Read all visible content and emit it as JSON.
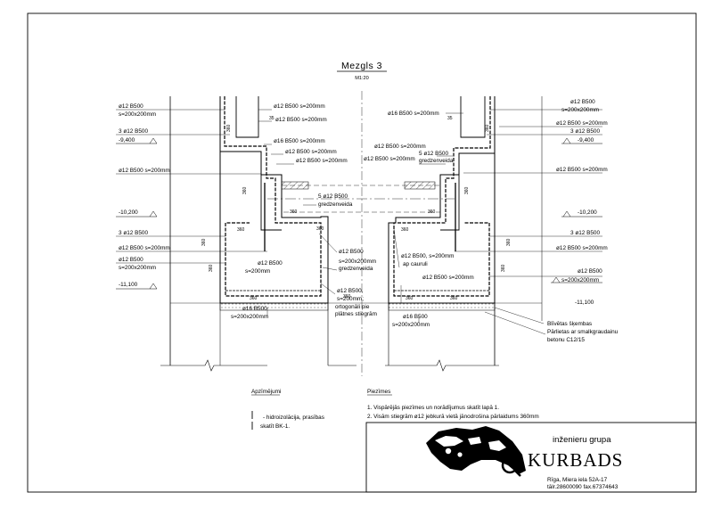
{
  "drawing": {
    "title": "Mezgls 3",
    "scale": "M1:20"
  },
  "labels_left": [
    {
      "key": "l1a",
      "text": "ø12 B500"
    },
    {
      "key": "l1b",
      "text": "s=200x200mm"
    },
    {
      "key": "l2",
      "text": "3 ø12 B500"
    },
    {
      "key": "l3",
      "text": "-9,400"
    },
    {
      "key": "l4",
      "text": "ø12 B500 s=200mm"
    },
    {
      "key": "l5",
      "text": "-10,200"
    },
    {
      "key": "l6",
      "text": "3 ø12 B500"
    },
    {
      "key": "l7",
      "text": "ø12 B500 s=200mm"
    },
    {
      "key": "l8a",
      "text": "ø12 B500"
    },
    {
      "key": "l8b",
      "text": "s=200x200mm"
    },
    {
      "key": "l9",
      "text": "-11,100"
    }
  ],
  "labels_right": [
    {
      "key": "r1a",
      "text": "ø12 B500"
    },
    {
      "key": "r1b",
      "text": "s=200x200mm"
    },
    {
      "key": "r2",
      "text": "ø12 B500 s=200mm"
    },
    {
      "key": "r3",
      "text": "3 ø12 B500"
    },
    {
      "key": "r4",
      "text": "-9,400"
    },
    {
      "key": "r5",
      "text": "ø12 B500 s=200mm"
    },
    {
      "key": "r6",
      "text": "-10,200"
    },
    {
      "key": "r7",
      "text": "3 ø12 B500"
    },
    {
      "key": "r8",
      "text": "ø12 B500 s=200mm"
    },
    {
      "key": "r9a",
      "text": "ø12 B500"
    },
    {
      "key": "r9b",
      "text": "s=200x200mm"
    },
    {
      "key": "r10",
      "text": "-11,100"
    },
    {
      "key": "r11",
      "text": "Blīvētas šķembas"
    },
    {
      "key": "r12a",
      "text": "Pārlietas ar smalkgraudainu"
    },
    {
      "key": "r12b",
      "text": "betonu C12/15"
    }
  ],
  "labels_center": [
    {
      "key": "c1",
      "text": "ø12 B500 s=200mm"
    },
    {
      "key": "c2",
      "text": "ø12 B500 s=200mm"
    },
    {
      "key": "c3",
      "text": "ø16 B500 s=200mm"
    },
    {
      "key": "c4",
      "text": "ø12 B500 s=200mm"
    },
    {
      "key": "c5",
      "text": "ø12 B500 s=200mm"
    },
    {
      "key": "c6",
      "text": "5 ø12 B500"
    },
    {
      "key": "c7",
      "text": "gredzenveida"
    },
    {
      "key": "c8",
      "text": "ø12 B500"
    },
    {
      "key": "c9",
      "text": "s=200x200mm"
    },
    {
      "key": "c10",
      "text": "gredzenveida"
    },
    {
      "key": "c11",
      "text": "ø12 B500,"
    },
    {
      "key": "c12",
      "text": "s=200mm;"
    },
    {
      "key": "c13",
      "text": "ortogonāli pie"
    },
    {
      "key": "c14",
      "text": "plātnes stiegrām"
    },
    {
      "key": "c15",
      "text": "ø16 B500 s=200mm"
    },
    {
      "key": "c16",
      "text": "ø12 B500 s=200mm"
    },
    {
      "key": "c17",
      "text": "ø12 B500 s=200mm"
    },
    {
      "key": "c18",
      "text": "5 ø12 B500"
    },
    {
      "key": "c19",
      "text": "gredzenveida"
    },
    {
      "key": "c20",
      "text": "ø12 B500, s=200mm"
    },
    {
      "key": "c21",
      "text": "ap cauruli"
    },
    {
      "key": "c22",
      "text": "ø12 B500 s=200mm"
    },
    {
      "key": "c23",
      "text": "ø12 B500"
    },
    {
      "key": "c24",
      "text": "s=200mm"
    },
    {
      "key": "c25",
      "text": "ø16 B500"
    },
    {
      "key": "c26",
      "text": "s=200x200mm"
    },
    {
      "key": "c27",
      "text": "ø16 B500"
    },
    {
      "key": "c28",
      "text": "s=200x200mm"
    }
  ],
  "dims": {
    "d360": "360",
    "d35": "35"
  },
  "legend": {
    "heading": "Apzīmējumi",
    "item_line1": "- hidroizolācija, prasības",
    "item_line2": "skatīt BK-1."
  },
  "notes": {
    "heading": "Piezīmes",
    "items": [
      "1. Vispārējās piezīmes un norādījumus skatīt lapā 1.",
      "2. Visām stiegrām ø12 jebkurā vietā jānodrošina pārlaidums 360mm"
    ]
  },
  "company": {
    "tagline": "inženieru grupa",
    "name": "KURBADS",
    "address": "Rīga, Miera iela 52A-17",
    "phones": "tālr.28600090 fax.67374643"
  }
}
